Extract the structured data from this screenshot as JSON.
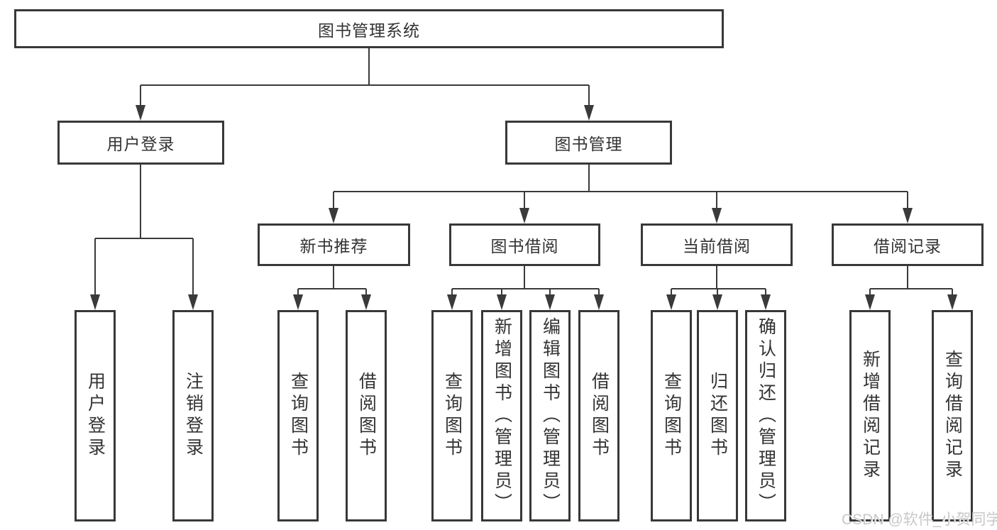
{
  "tree": {
    "root": "图书管理系统",
    "branches": [
      {
        "label": "用户登录",
        "children": [
          "用户登录",
          "注销登录"
        ]
      },
      {
        "label": "图书管理",
        "groups": [
          {
            "label": "新书推荐",
            "children": [
              "查询图书",
              "借阅图书"
            ]
          },
          {
            "label": "图书借阅",
            "children": [
              "查询图书",
              "新增图书（管理员）",
              "编辑图书（管理员）",
              "借阅图书"
            ]
          },
          {
            "label": "当前借阅",
            "children": [
              "查询图书",
              "归还图书",
              "确认归还（管理员）"
            ]
          },
          {
            "label": "借阅记录",
            "children": [
              "新增借阅记录",
              "查询借阅记录"
            ]
          }
        ]
      }
    ]
  },
  "watermark": "CSDN @软件_小贺同学",
  "colors": {
    "line": "#3a3a3a",
    "border": "#383838",
    "text": "#333333",
    "watermark": "#c8c8c8",
    "background": "#ffffff"
  }
}
